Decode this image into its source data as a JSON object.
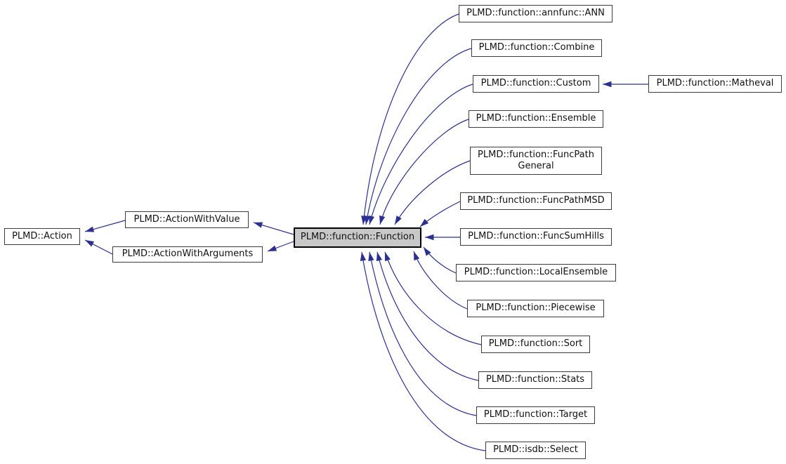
{
  "diagram": {
    "kind": "class-inheritance-graph",
    "colors": {
      "background": "#ffffff",
      "edge": "#2c3093",
      "node_border": "#3c3c3c",
      "node_fill": "#ffffff",
      "selected_node_border": "#000000",
      "selected_node_fill": "#c8c8c8",
      "text": "#111111"
    },
    "nodes": [
      {
        "id": "action",
        "label": "PLMD::Action",
        "selected": false
      },
      {
        "id": "action-with-value",
        "label": "PLMD::ActionWithValue",
        "selected": false
      },
      {
        "id": "action-with-arguments",
        "label": "PLMD::ActionWithArguments",
        "selected": false
      },
      {
        "id": "function",
        "label": "PLMD::function::Function",
        "selected": true
      },
      {
        "id": "ann",
        "label": "PLMD::function::annfunc::ANN",
        "selected": false
      },
      {
        "id": "combine",
        "label": "PLMD::function::Combine",
        "selected": false
      },
      {
        "id": "custom",
        "label": "PLMD::function::Custom",
        "selected": false
      },
      {
        "id": "matheval",
        "label": "PLMD::function::Matheval",
        "selected": false
      },
      {
        "id": "ensemble",
        "label": "PLMD::function::Ensemble",
        "selected": false
      },
      {
        "id": "funcpath-general",
        "label": "PLMD::function::FuncPath\nGeneral",
        "selected": false
      },
      {
        "id": "funcpathmsd",
        "label": "PLMD::function::FuncPathMSD",
        "selected": false
      },
      {
        "id": "funcsumhills",
        "label": "PLMD::function::FuncSumHills",
        "selected": false
      },
      {
        "id": "localensemble",
        "label": "PLMD::function::LocalEnsemble",
        "selected": false
      },
      {
        "id": "piecewise",
        "label": "PLMD::function::Piecewise",
        "selected": false
      },
      {
        "id": "sort",
        "label": "PLMD::function::Sort",
        "selected": false
      },
      {
        "id": "stats",
        "label": "PLMD::function::Stats",
        "selected": false
      },
      {
        "id": "target",
        "label": "PLMD::function::Target",
        "selected": false
      },
      {
        "id": "select",
        "label": "PLMD::isdb::Select",
        "selected": false
      }
    ],
    "edges": [
      {
        "derived": "PLMD::ActionWithValue",
        "base": "PLMD::Action"
      },
      {
        "derived": "PLMD::ActionWithArguments",
        "base": "PLMD::Action"
      },
      {
        "derived": "PLMD::function::Function",
        "base": "PLMD::ActionWithValue"
      },
      {
        "derived": "PLMD::function::Function",
        "base": "PLMD::ActionWithArguments"
      },
      {
        "derived": "PLMD::function::annfunc::ANN",
        "base": "PLMD::function::Function"
      },
      {
        "derived": "PLMD::function::Combine",
        "base": "PLMD::function::Function"
      },
      {
        "derived": "PLMD::function::Custom",
        "base": "PLMD::function::Function"
      },
      {
        "derived": "PLMD::function::Matheval",
        "base": "PLMD::function::Custom"
      },
      {
        "derived": "PLMD::function::Ensemble",
        "base": "PLMD::function::Function"
      },
      {
        "derived": "PLMD::function::FuncPathGeneral",
        "base": "PLMD::function::Function"
      },
      {
        "derived": "PLMD::function::FuncPathMSD",
        "base": "PLMD::function::Function"
      },
      {
        "derived": "PLMD::function::FuncSumHills",
        "base": "PLMD::function::Function"
      },
      {
        "derived": "PLMD::function::LocalEnsemble",
        "base": "PLMD::function::Function"
      },
      {
        "derived": "PLMD::function::Piecewise",
        "base": "PLMD::function::Function"
      },
      {
        "derived": "PLMD::function::Sort",
        "base": "PLMD::function::Function"
      },
      {
        "derived": "PLMD::function::Stats",
        "base": "PLMD::function::Function"
      },
      {
        "derived": "PLMD::function::Target",
        "base": "PLMD::function::Function"
      },
      {
        "derived": "PLMD::isdb::Select",
        "base": "PLMD::function::Function"
      }
    ]
  }
}
